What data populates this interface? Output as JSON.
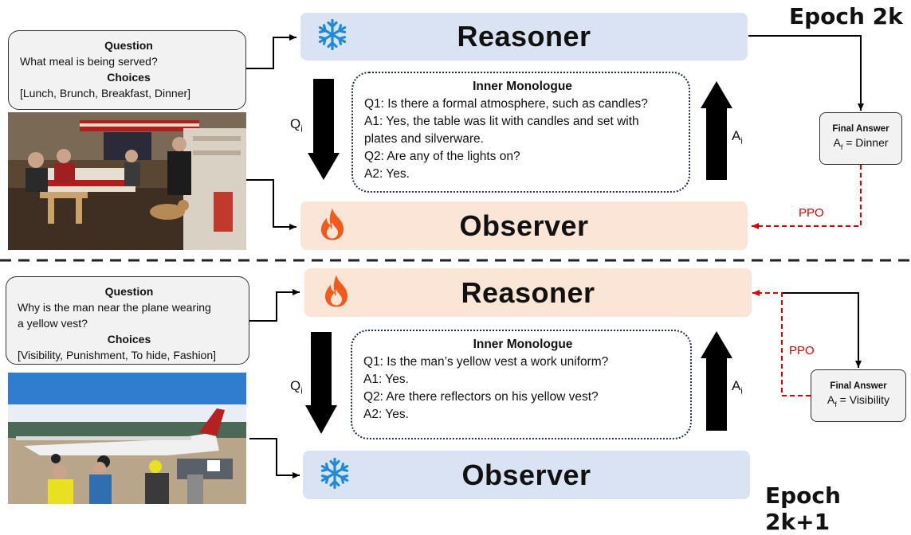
{
  "epochs": {
    "top": "Epoch 2k",
    "bottom": "Epoch 2k+1"
  },
  "panel1": {
    "question_header": "Question",
    "question": "What meal is being served?",
    "choices_header": "Choices",
    "choices": "[Lunch, Brunch, Breakfast, Dinner]",
    "reasoner_label": "Reasoner",
    "reasoner_icon": "snowflake-icon",
    "observer_label": "Observer",
    "observer_icon": "flame-icon",
    "q_label": "Q",
    "q_sub": "i",
    "a_label": "A",
    "a_sub": "i",
    "monologue_title": "Inner Monologue",
    "monologue_lines": [
      "Q1: Is there a formal atmosphere, such as candles?",
      "A1: Yes, the table was lit with candles and set with",
      "plates and silverware.",
      "Q2: Are any of the lights on?",
      "A2: Yes."
    ],
    "final_title": "Final Answer",
    "final_answer_prefix": "A",
    "final_answer_sub": "f",
    "final_answer_value": " = Dinner",
    "ppo": "PPO"
  },
  "panel2": {
    "question_header": "Question",
    "question_lines": [
      "Why is the man near the plane wearing",
      "a yellow vest?"
    ],
    "choices_header": "Choices",
    "choices": "[Visibility, Punishment, To hide, Fashion]",
    "reasoner_label": "Reasoner",
    "reasoner_icon": "flame-icon",
    "observer_label": "Observer",
    "observer_icon": "snowflake-icon",
    "q_label": "Q",
    "q_sub": "i",
    "a_label": "A",
    "a_sub": "i",
    "monologue_title": "Inner Monologue",
    "monologue_lines": [
      "Q1: Is the man’s yellow vest a work uniform?",
      "A1: Yes.",
      "Q2: Are there reflectors  on his yellow vest?",
      "A2: Yes."
    ],
    "final_title": "Final Answer",
    "final_answer_prefix": "A",
    "final_answer_sub": "f",
    "final_answer_value": " = Visibility",
    "ppo": "PPO"
  },
  "colors": {
    "frozen_module": "#dae3f3",
    "trainable_module": "#fbe5d6",
    "ppo": "#e00000",
    "snowflake": "#1f8ad8",
    "flame": "#f05a1a"
  }
}
